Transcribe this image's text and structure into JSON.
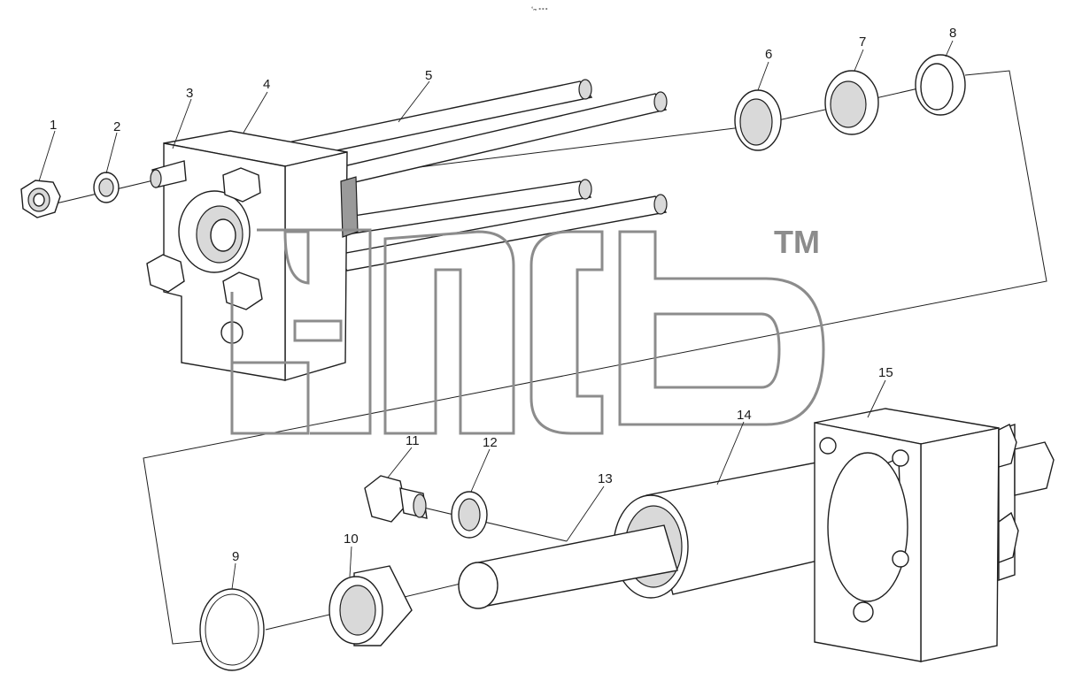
{
  "header": {
    "small_mark": "°ₘ ∘∘∘"
  },
  "watermark": {
    "tm": "TM",
    "color": "#8c8c8c"
  },
  "callouts": [
    "1",
    "2",
    "3",
    "4",
    "5",
    "6",
    "7",
    "8",
    "9",
    "10",
    "11",
    "12",
    "13",
    "14",
    "15"
  ]
}
